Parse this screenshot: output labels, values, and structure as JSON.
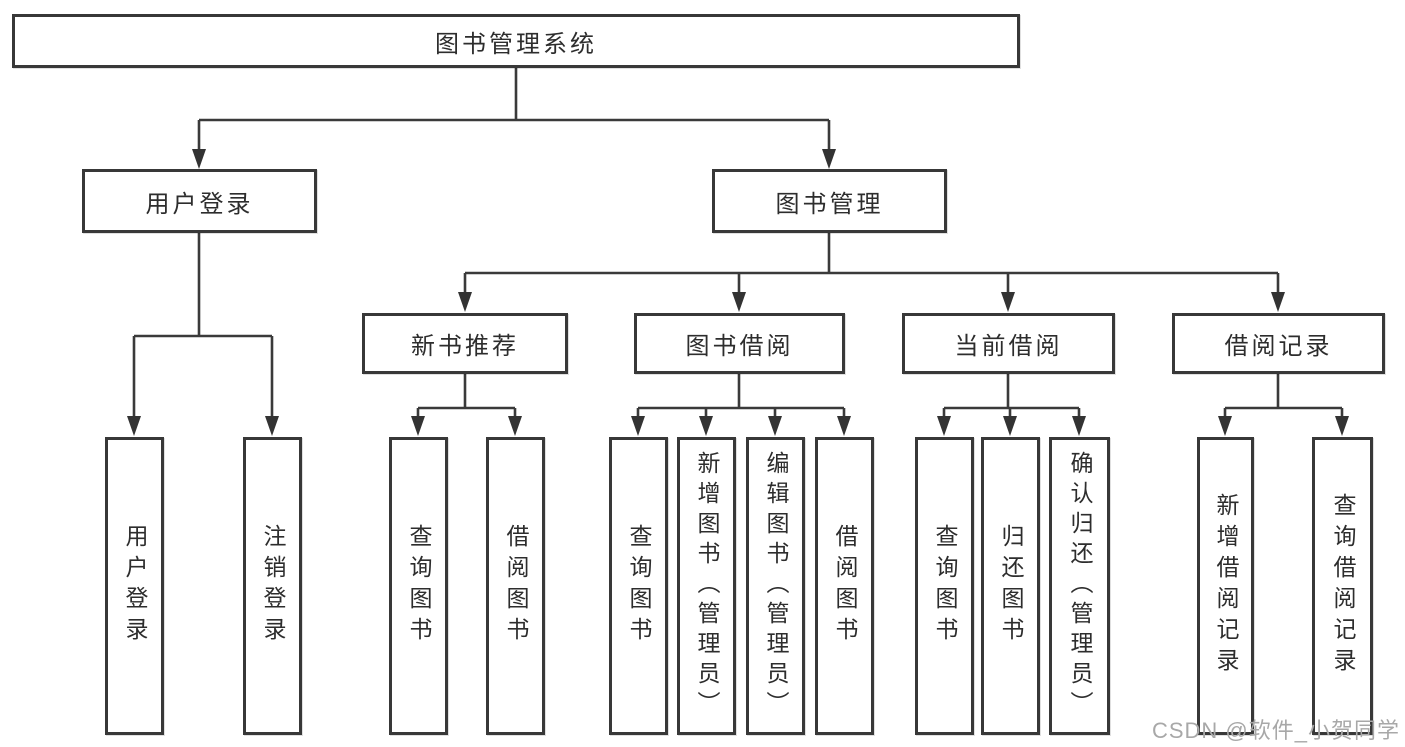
{
  "colors": {
    "line": "#3a3a3a",
    "box_border": "#383838",
    "text": "#2d2d2d",
    "watermark": "#a8a8a8",
    "background": "#ffffff"
  },
  "tree": {
    "label": "图书管理系统",
    "children": [
      {
        "label": "用户登录",
        "children": [
          {
            "label": "用户登录"
          },
          {
            "label": "注销登录"
          }
        ]
      },
      {
        "label": "图书管理",
        "children": [
          {
            "label": "新书推荐",
            "children": [
              {
                "label": "查询图书"
              },
              {
                "label": "借阅图书"
              }
            ]
          },
          {
            "label": "图书借阅",
            "children": [
              {
                "label": "查询图书"
              },
              {
                "label": "新增图书（管理员）"
              },
              {
                "label": "编辑图书（管理员）"
              },
              {
                "label": "借阅图书"
              }
            ]
          },
          {
            "label": "当前借阅",
            "children": [
              {
                "label": "查询图书"
              },
              {
                "label": "归还图书"
              },
              {
                "label": "确认归还（管理员）"
              }
            ]
          },
          {
            "label": "借阅记录",
            "children": [
              {
                "label": "新增借阅记录"
              },
              {
                "label": "查询借阅记录"
              }
            ]
          }
        ]
      }
    ]
  },
  "watermark": {
    "text": "CSDN @软件_小贺同学"
  }
}
